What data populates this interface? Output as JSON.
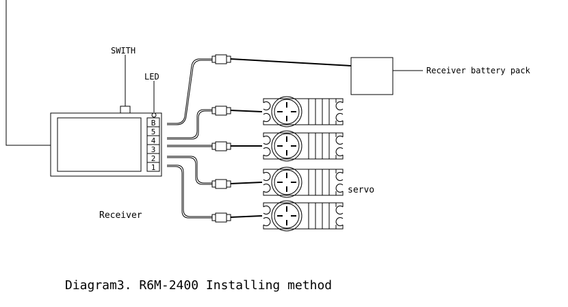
{
  "labels": {
    "switch": "SWITH",
    "led": "LED",
    "battery": "Receiver battery pack",
    "servo": "servo",
    "receiver": "Receiver",
    "caption": "Diagram3. R6M-2400 Installing method"
  },
  "ports": [
    "B",
    "5",
    "4",
    "3",
    "2",
    "1"
  ]
}
